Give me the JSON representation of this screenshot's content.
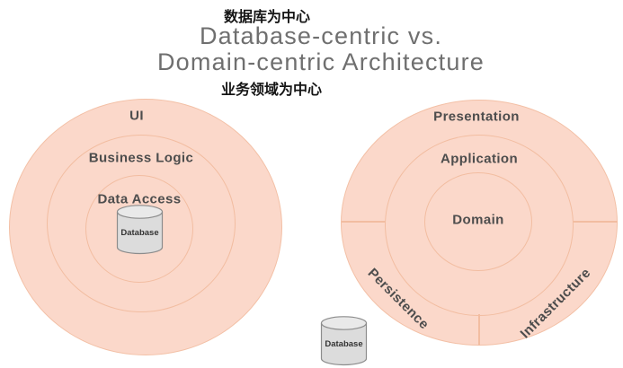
{
  "header": {
    "label_top": "数据库为中心",
    "title_line1": "Database-centric vs.",
    "title_line2": "Domain-centric Architecture",
    "label_bottom": "业务领域为中心"
  },
  "left_diagram": {
    "name": "database-centric-architecture",
    "rings": [
      "UI",
      "Business Logic",
      "Data Access"
    ],
    "center_label": "Database"
  },
  "right_diagram": {
    "name": "domain-centric-architecture",
    "rings": [
      "Presentation",
      "Application",
      "Domain"
    ],
    "segments": [
      "Persistence",
      "Infrastructure"
    ],
    "external_label": "Database"
  },
  "icons": {
    "database_cylinder": "database-cylinder-icon"
  },
  "colors": {
    "circle_fill": "#fbd8ca",
    "ring_stroke": "#f2bda1",
    "layer_text": "#4d4d4d",
    "title_text": "#6f6f6f",
    "zh_text": "#151515",
    "cylinder_fill": "#dcdcdc",
    "cylinder_top_fill": "#e9e9e9",
    "cylinder_stroke": "#8c8c8c",
    "background": "#ffffff"
  }
}
